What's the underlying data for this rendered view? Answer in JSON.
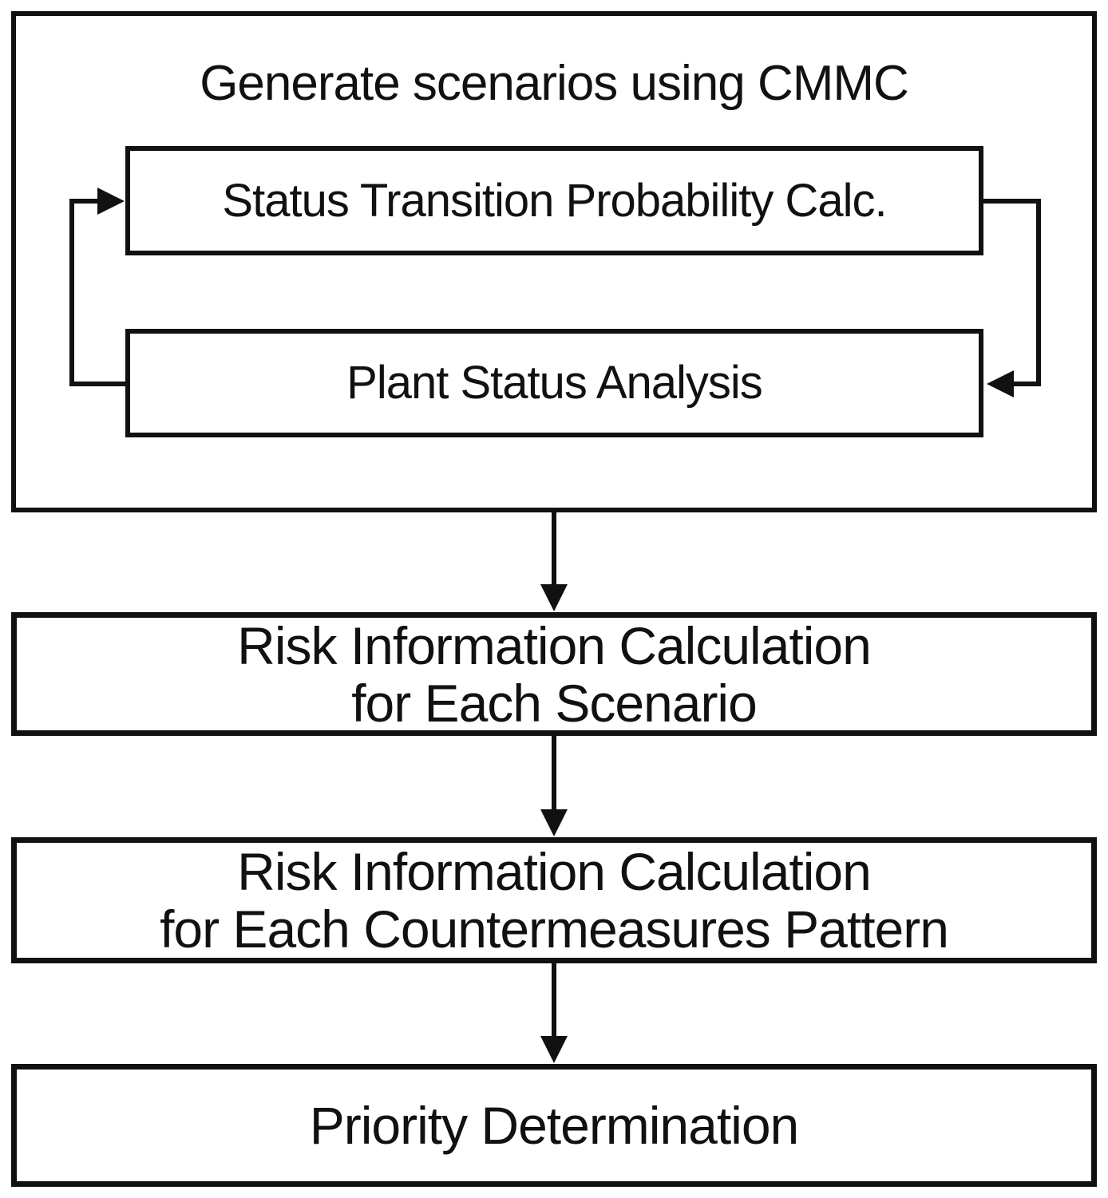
{
  "diagram": {
    "background_color": "#ffffff",
    "line_color": "#111111",
    "group": {
      "title": "Generate scenarios using CMMC",
      "nodes": [
        {
          "label": "Status Transition Probability Calc."
        },
        {
          "label": "Plant Status Analysis"
        }
      ]
    },
    "nodes": [
      {
        "lines": [
          "Risk Information Calculation",
          "for Each Scenario"
        ]
      },
      {
        "lines": [
          "Risk Information Calculation",
          "for Each Countermeasures Pattern"
        ]
      },
      {
        "lines": [
          "Priority Determination"
        ]
      }
    ]
  }
}
